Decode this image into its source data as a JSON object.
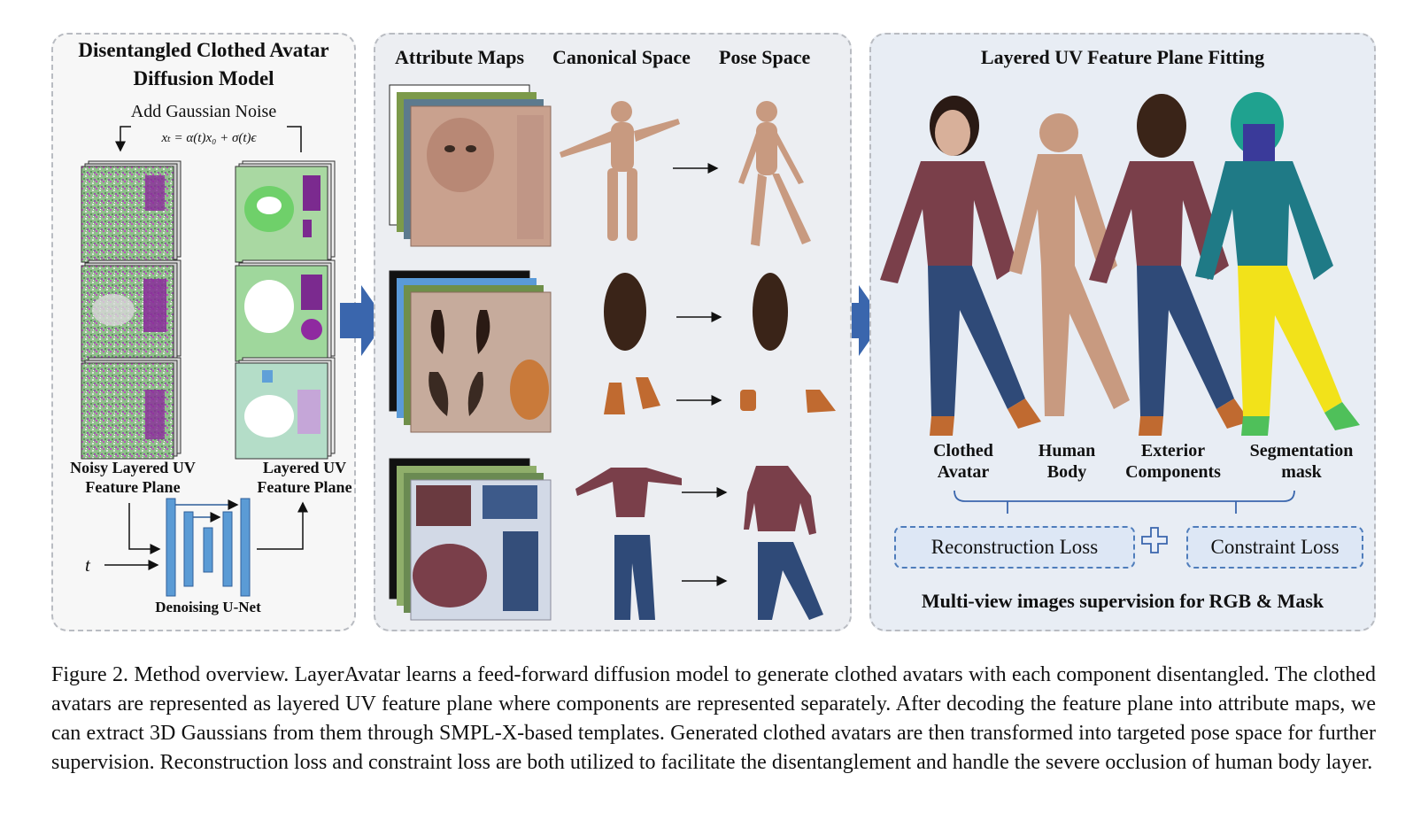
{
  "panel1": {
    "title_line1": "Disentangled Clothed Avatar",
    "title_line2": "Diffusion Model",
    "noise_label": "Add Gaussian Noise",
    "noise_formula": "xₜ = α(t)x₀ + σ(t)ϵ",
    "noisy_label_line1": "Noisy Layered UV",
    "noisy_label_line2": "Feature Plane",
    "clean_label_line1": "Layered UV",
    "clean_label_line2": "Feature Plane",
    "t_label": "t",
    "unet_label": "Denoising U-Net"
  },
  "panel2": {
    "col1": "Attribute Maps",
    "col2": "Canonical Space",
    "col3": "Pose Space"
  },
  "panel3": {
    "title": "Layered UV Feature Plane Fitting",
    "labels": [
      {
        "line1": "Clothed",
        "line2": "Avatar"
      },
      {
        "line1": "Human",
        "line2": "Body"
      },
      {
        "line1": "Exterior",
        "line2": "Components"
      },
      {
        "line1": "Segmentation",
        "line2": "mask"
      }
    ],
    "loss1": "Reconstruction Loss",
    "loss2": "Constraint Loss",
    "supervision": "Multi-view images supervision for RGB & Mask"
  },
  "caption": "Figure 2. Method overview. LayerAvatar learns a feed-forward diffusion model to generate clothed avatars with each component disentangled. The clothed avatars are represented as layered UV feature plane where components are represented separately. After decoding the feature plane into attribute maps, we can extract 3D Gaussians from them through SMPL-X-based templates. Generated clothed avatars are then transformed into targeted pose space for further supervision. Reconstruction loss and constraint loss are both utilized to facilitate the disentanglement and handle the severe occlusion of human body layer.",
  "colors": {
    "arrow_blue": "#3a66ad",
    "unet_blue": "#5b9bd5",
    "skin": "#c89a80",
    "sweater": "#7a3f4a",
    "jeans": "#2f4a78",
    "seg_teal": "#1f7a86",
    "seg_yellow": "#f2e21a",
    "seg_purple": "#3a3a9a"
  }
}
